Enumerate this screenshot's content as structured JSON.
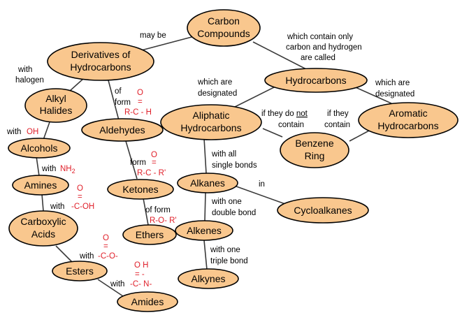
{
  "colors": {
    "node_fill": "#f9c78e",
    "node_stroke": "#000000",
    "line": "#3a3a3a",
    "formula": "#e0202a"
  },
  "nodes": {
    "carbon_compounds": [
      "Carbon",
      "Compounds"
    ],
    "derivatives": [
      "Derivatives of",
      "Hydrocarbons"
    ],
    "hydrocarbons": [
      "Hydrocarbons"
    ],
    "alkyl_halides": [
      "Alkyl",
      "Halides"
    ],
    "aldehydes": [
      "Aldehydes"
    ],
    "aliphatic": [
      "Aliphatic",
      "Hydrocarbons"
    ],
    "aromatic": [
      "Aromatic",
      "Hydrocarbons"
    ],
    "benzene_ring": [
      "Benzene",
      "Ring"
    ],
    "alcohols": [
      "Alcohols"
    ],
    "amines": [
      "Amines"
    ],
    "ketones": [
      "Ketones"
    ],
    "alkanes": [
      "Alkanes"
    ],
    "cycloalkanes": [
      "Cycloalkanes"
    ],
    "carboxylic_acids": [
      "Carboxylic",
      "Acids"
    ],
    "ethers": [
      "Ethers"
    ],
    "alkenes": [
      "Alkenes"
    ],
    "esters": [
      "Esters"
    ],
    "alkynes": [
      "Alkynes"
    ],
    "amides": [
      "Amides"
    ]
  },
  "links": {
    "may_be": "may be",
    "contain_only": [
      "which contain only",
      "carbon and hydrogen",
      "are called"
    ],
    "with_halogen": [
      "with",
      "halogen"
    ],
    "of_form": [
      "of",
      "form"
    ],
    "designated_left": [
      "which are",
      "designated"
    ],
    "designated_right": [
      "which are",
      "designated"
    ],
    "if_not_1": "if they do",
    "if_not_2": "not",
    "if_not_3": "contain",
    "if_contain": [
      "if they",
      "contain"
    ],
    "with_oh": "with",
    "with_nh2": "with",
    "with_cooh": "with",
    "all_single": [
      "with all",
      "single bonds"
    ],
    "in": "in",
    "of_form_ketone": "form",
    "of_form_ether": "of form",
    "one_double": [
      "with one",
      "double bond"
    ],
    "with_coo": "with",
    "one_triple": [
      "with one",
      "triple bond"
    ],
    "with_cn": "with"
  },
  "formulas": {
    "oh": "OH",
    "nh2": "NH",
    "nh2_sub": "2",
    "aldehyde_o": "O",
    "aldehyde_db": "=",
    "aldehyde": "R-C - H",
    "ketone_o": "O",
    "ketone_db": "=",
    "ketone": "R-C - R'",
    "cooh_o": "O",
    "cooh_db": "=",
    "cooh": "-C-OH",
    "ether": "R-O- R'",
    "coo_o": "O",
    "coo_db": "=",
    "coo": "-C-O-",
    "amide_oh": "O  H",
    "amide_mid": "=   -",
    "amide": "-C-  N-"
  }
}
